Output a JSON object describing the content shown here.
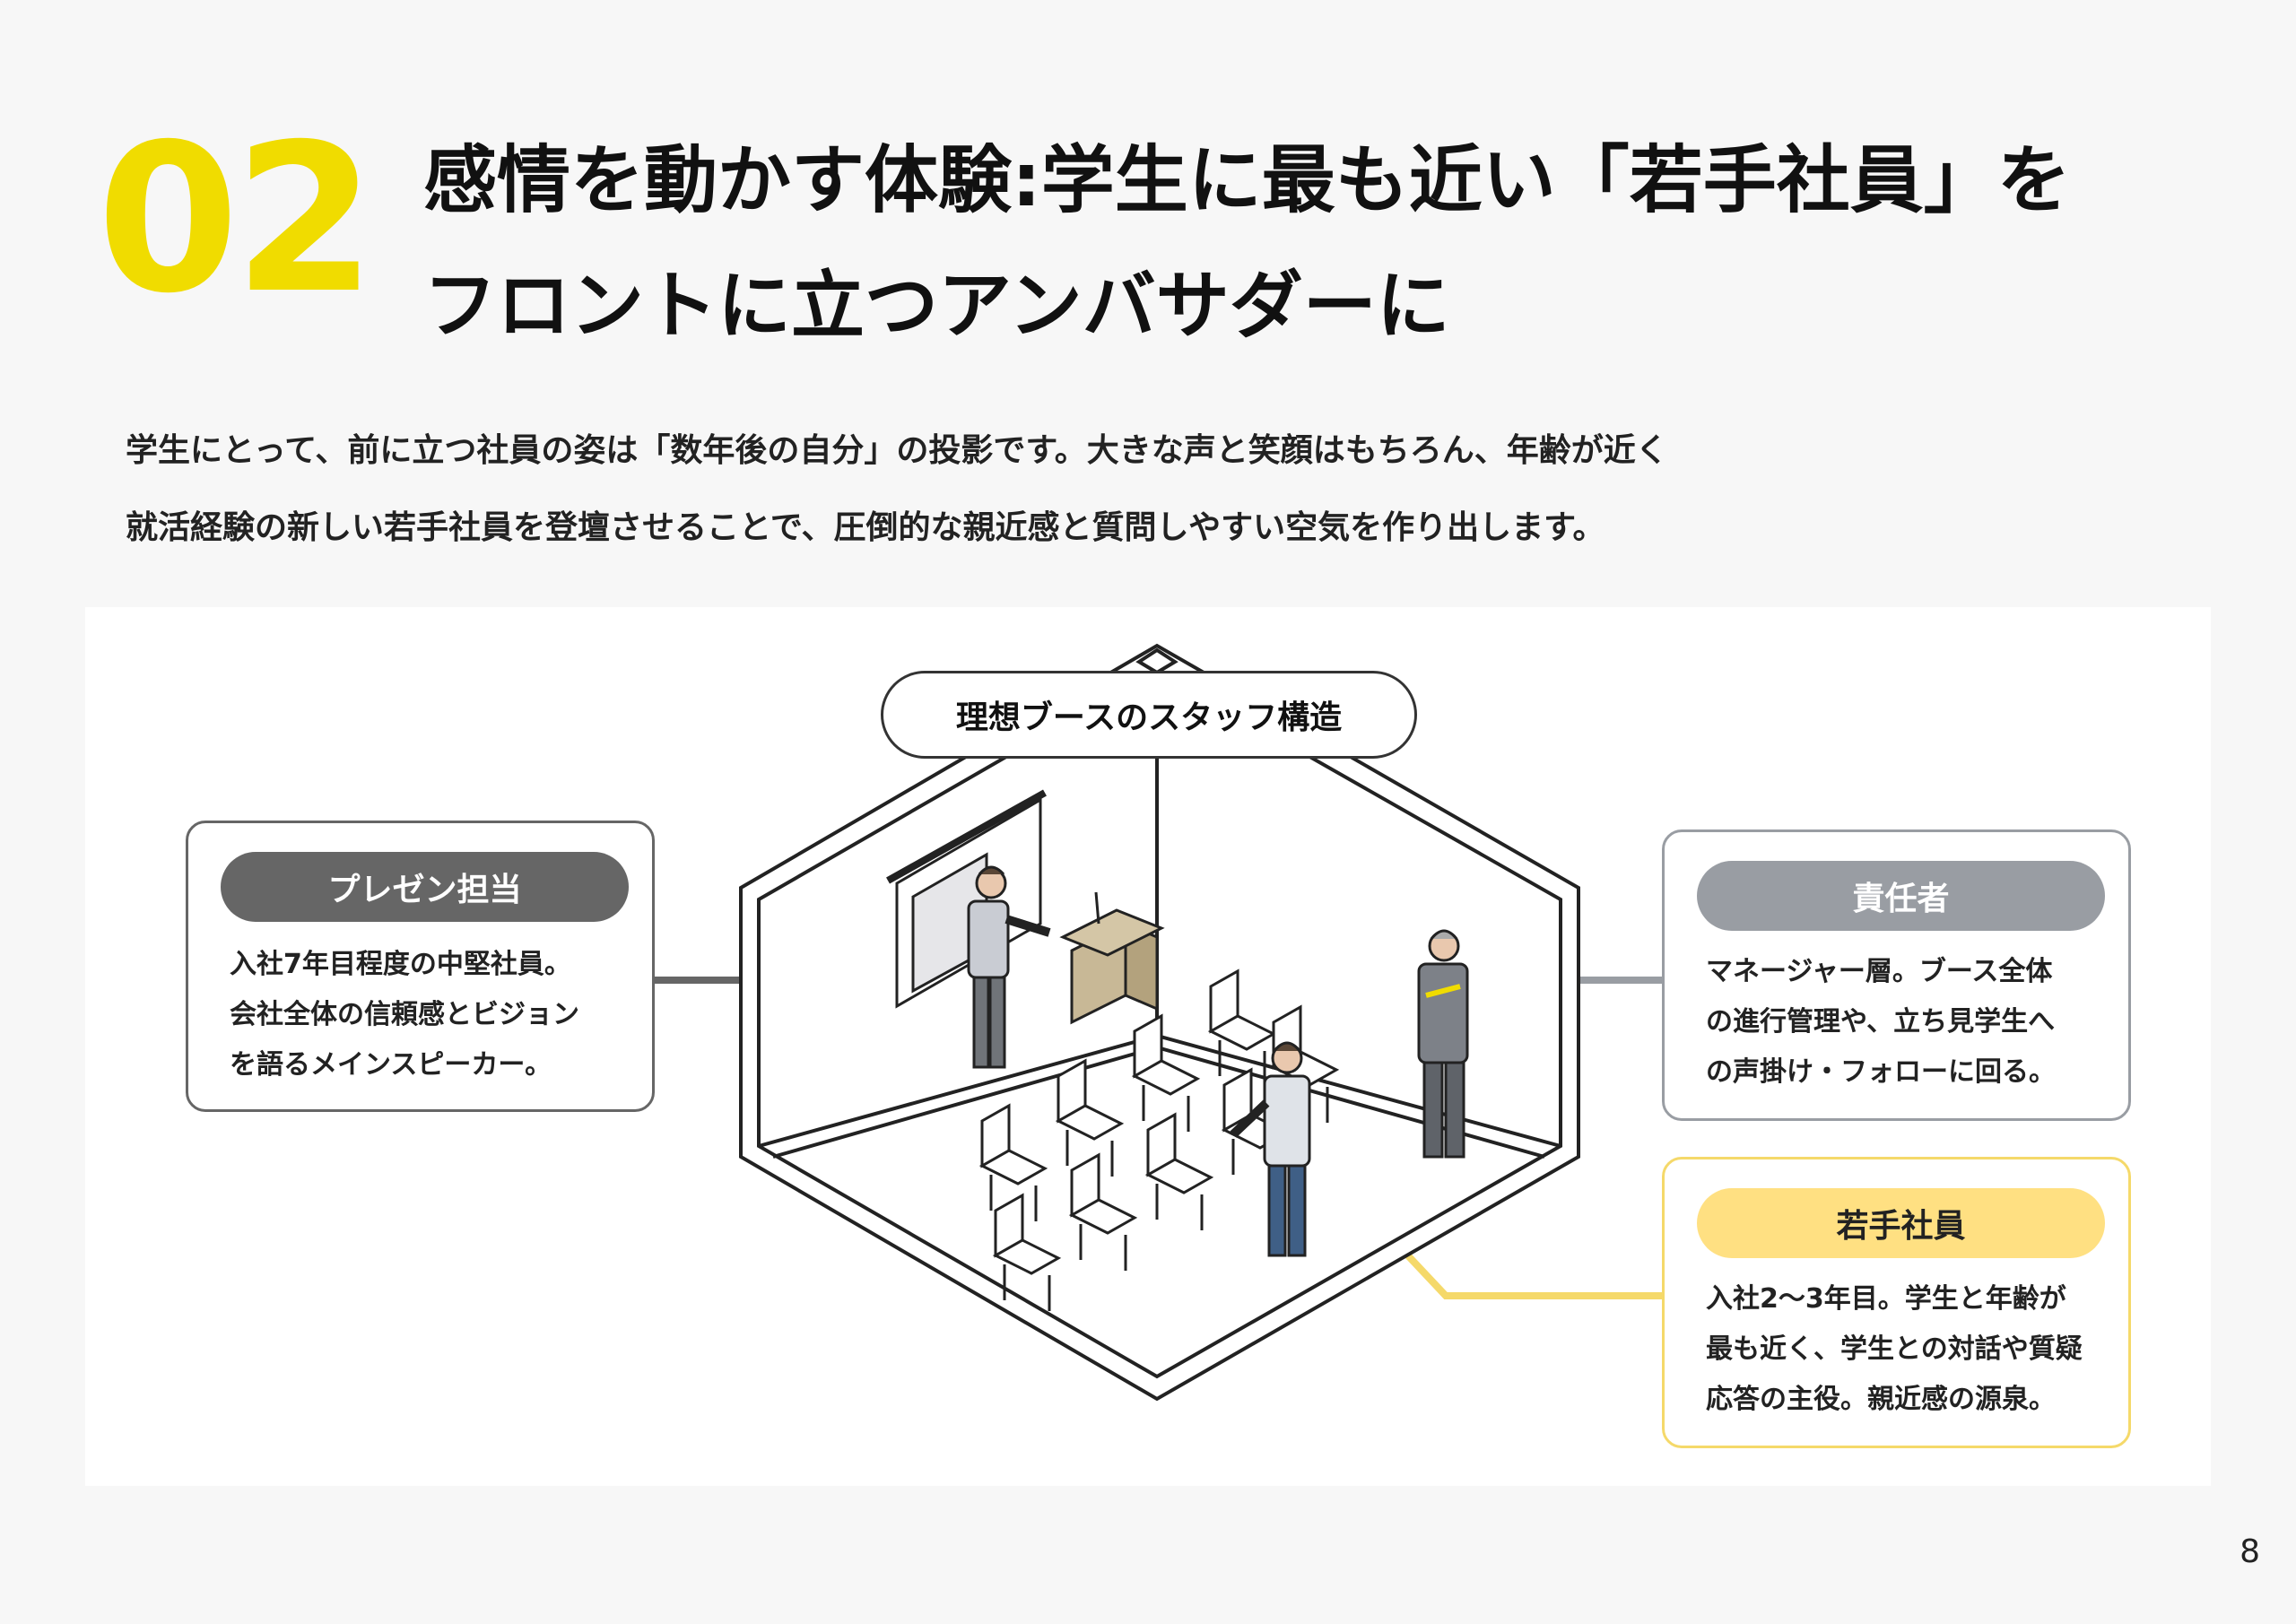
{
  "section_number": "02",
  "title": {
    "line1": "感情を動かす体験:学生に最も近い「若手社員」を",
    "line2": "フロントに立つアンバサダーに"
  },
  "lead": {
    "line1": "学生にとって、前に立つ社員の姿は「数年後の自分」の投影です。大きな声と笑顔はもちろん、年齢が近く",
    "line2": "就活経験の新しい若手社員を登壇させることで、圧倒的な親近感と質問しやすい空気を作り出します。"
  },
  "diagram": {
    "label": "理想ブースのスタッフ構造",
    "cards": {
      "presenter": {
        "tag": "プレゼン担当",
        "lines": [
          "入社7年目程度の中堅社員。",
          "会社全体の信頼感とビジョン",
          "を語るメインスピーカー。"
        ]
      },
      "manager": {
        "tag": "責任者",
        "lines": [
          "マネージャー層。ブース全体",
          "の進行管理や、立ち見学生へ",
          "の声掛け・フォローに回る。"
        ]
      },
      "young": {
        "tag": "若手社員",
        "lines": [
          "入社2～3年目。学生と年齢が",
          "最も近く、学生との対話や質疑",
          "応答の主役。親近感の源泉。"
        ]
      }
    }
  },
  "colors": {
    "accent_yellow": "#f0dc00",
    "young_tag": "#ffe082",
    "young_border": "#f5d96a",
    "presenter_tag": "#666666",
    "manager_tag": "#999da3"
  },
  "page_number": "8"
}
